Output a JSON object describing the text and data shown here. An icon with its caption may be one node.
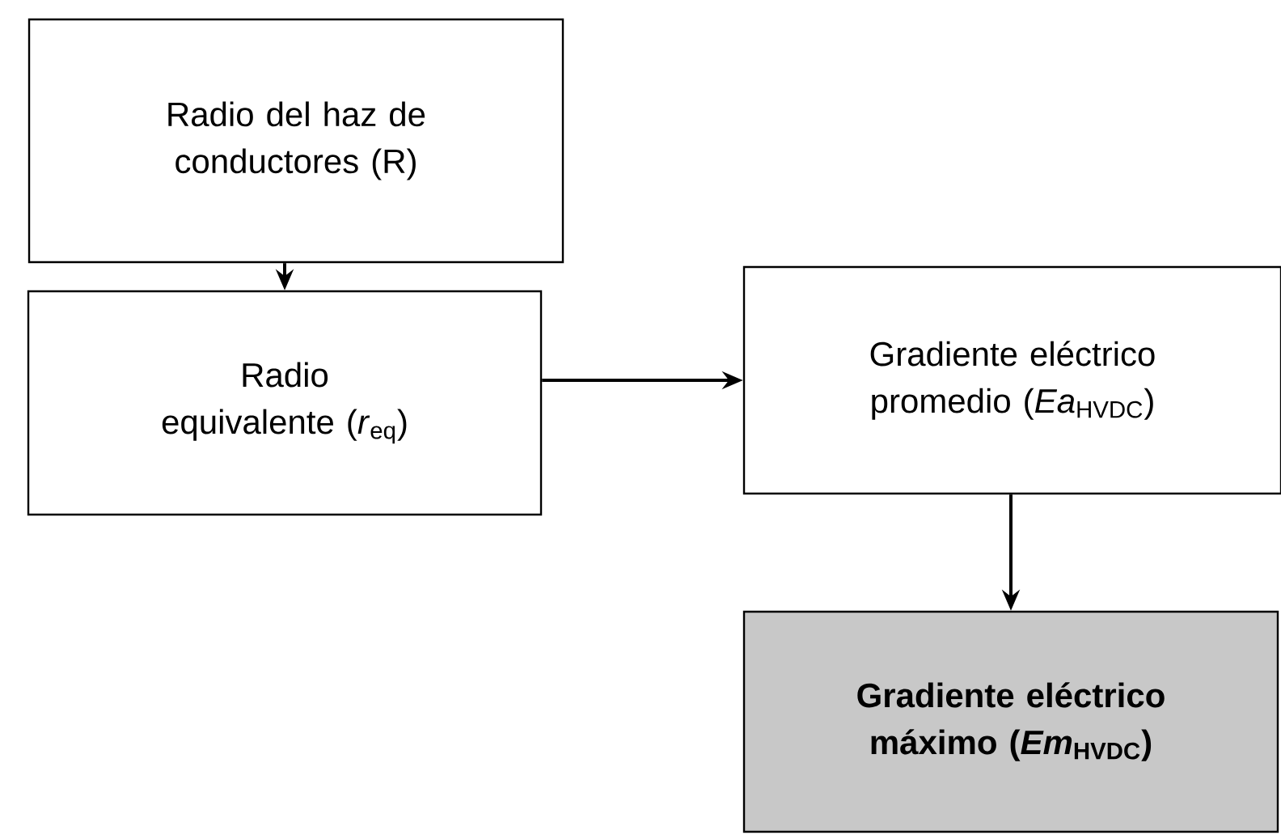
{
  "diagram": {
    "nodes": [
      {
        "text": [
          "Radio del haz de conductores (R)"
        ]
      },
      {
        "text": [
          "Radio equivalente (*r*$_{eq}$)"
        ]
      },
      {
        "text": [
          "Gradiente eléctrico promedio (*Ea*$_{HVDC}$)"
        ]
      },
      {
        "text": [
          "Gradiente eléctrico máximo (*Em*$_{HVDC}$)"
        ]
      }
    ],
    "edges": [
      {
        "from": 0,
        "to": 1,
        "arrow": "to"
      },
      {
        "from": 1,
        "to": 2,
        "arrow": "to"
      },
      {
        "from": 2,
        "to": 3,
        "arrow": "to"
      }
    ]
  }
}
